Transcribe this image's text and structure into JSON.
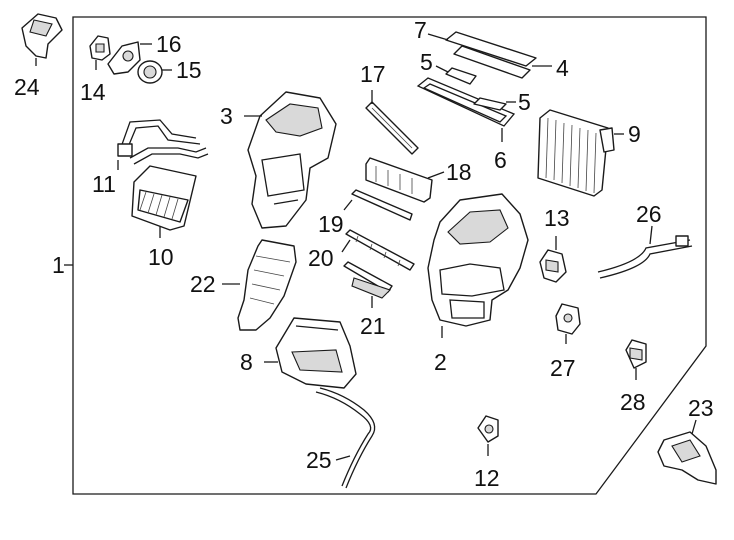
{
  "callouts": {
    "c1": "1",
    "c2": "2",
    "c3": "3",
    "c4": "4",
    "c5a": "5",
    "c5b": "5",
    "c6": "6",
    "c7": "7",
    "c8": "8",
    "c9": "9",
    "c10": "10",
    "c11": "11",
    "c12": "12",
    "c13": "13",
    "c14": "14",
    "c15": "15",
    "c16": "16",
    "c17": "17",
    "c18": "18",
    "c19": "19",
    "c20": "20",
    "c21": "21",
    "c22": "22",
    "c23": "23",
    "c24": "24",
    "c25": "25",
    "c26": "26",
    "c27": "27",
    "c28": "28"
  },
  "colors": {
    "line": "#1a1a1a",
    "shade": "#d9d9d9",
    "background": "#ffffff"
  }
}
